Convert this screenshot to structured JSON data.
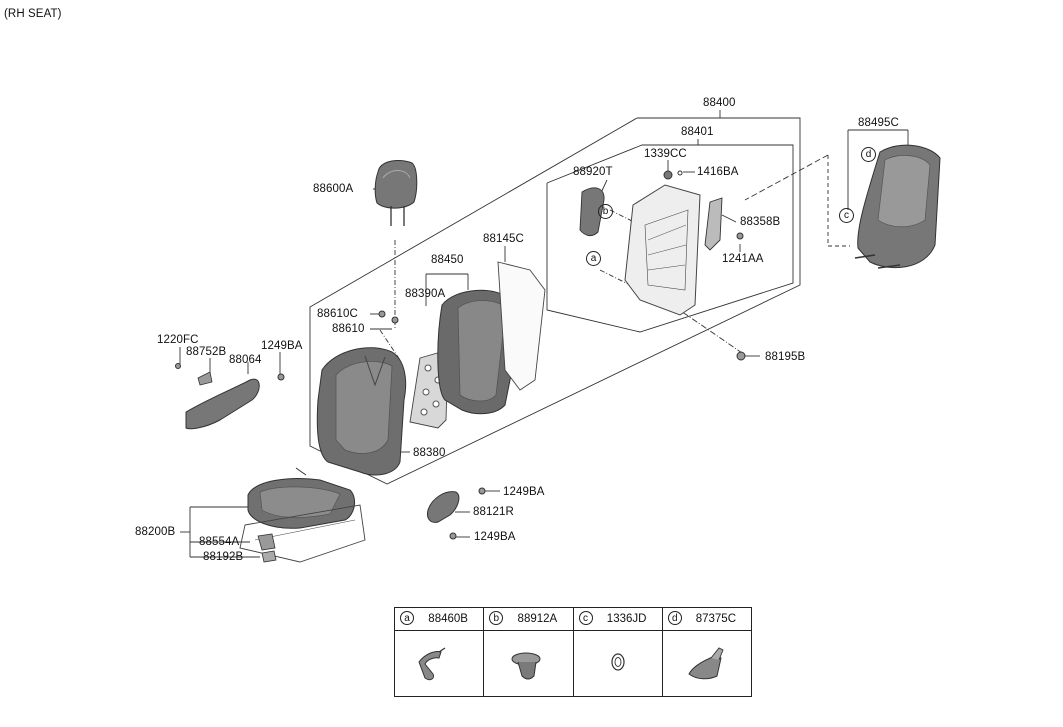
{
  "title": "(RH SEAT)",
  "labels": {
    "p88400": "88400",
    "p88401": "88401",
    "p1339CC": "1339CC",
    "p1416BA": "1416BA",
    "p88920T": "88920T",
    "p88358B": "88358B",
    "p1241AA": "1241AA",
    "p88495C": "88495C",
    "p88600A": "88600A",
    "p88145C": "88145C",
    "p88450": "88450",
    "p88390A": "88390A",
    "p88610C": "88610C",
    "p88610": "88610",
    "p1220FC": "1220FC",
    "p88752B": "88752B",
    "p88064": "88064",
    "p1249BA_a": "1249BA",
    "p88195B": "88195B",
    "p88380": "88380",
    "p1249BA_b": "1249BA",
    "p88121R": "88121R",
    "p1249BA_c": "1249BA",
    "p88200B": "88200B",
    "p88554A": "88554A",
    "p88192B": "88192B"
  },
  "callouts": {
    "a": "a",
    "b": "b",
    "c": "c",
    "d": "d"
  },
  "legend": [
    {
      "key": "a",
      "part": "88460B"
    },
    {
      "key": "b",
      "part": "88912A"
    },
    {
      "key": "c",
      "part": "1336JD"
    },
    {
      "key": "d",
      "part": "87375C"
    }
  ]
}
